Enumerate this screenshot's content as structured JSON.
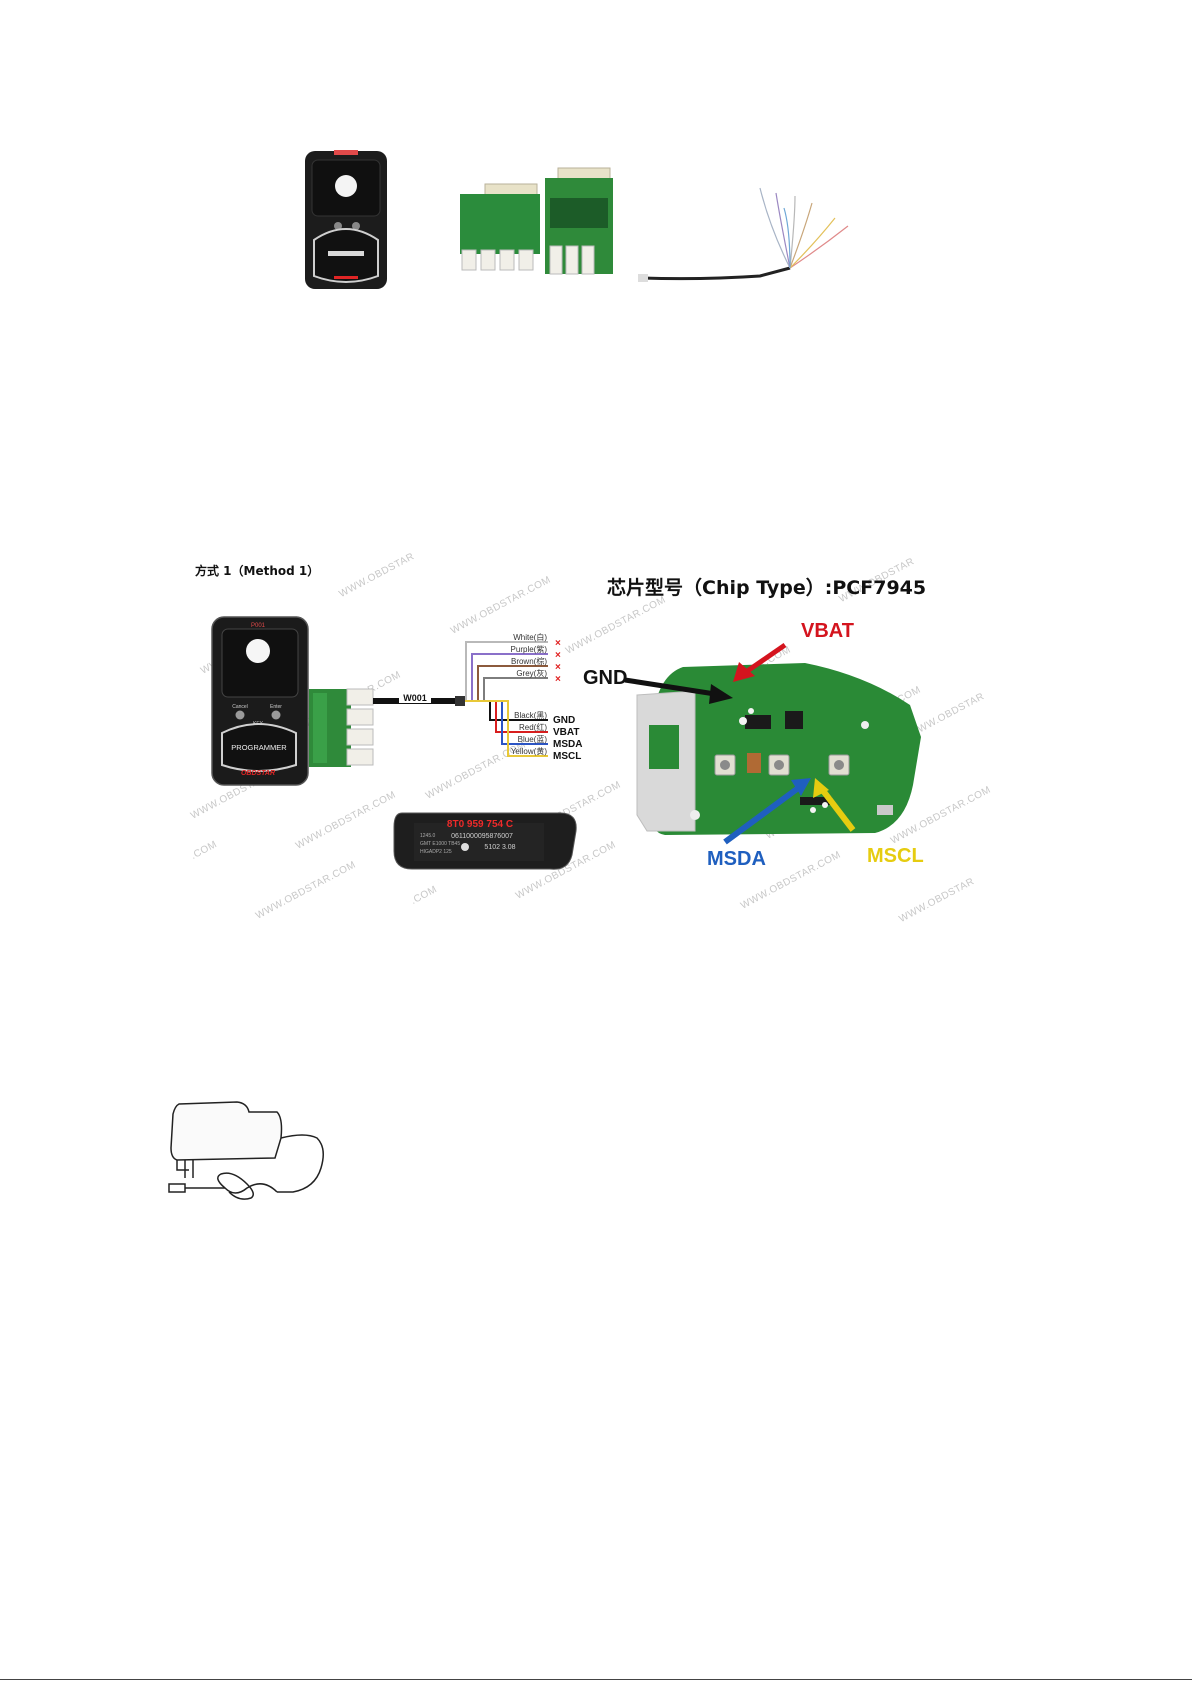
{
  "diagram": {
    "method_label": "方式 1（Method 1）",
    "chip_type_label": "芯片型号（Chip Type）:PCF7945",
    "watermarks": [
      "WWW.OBDSTAR.COM",
      "WWW.OBDSTAR",
      ".COM"
    ],
    "programmer": {
      "brand": "PROGRAMMER",
      "logo": "OBDSTAR",
      "code": "P001",
      "btn_left": "Cancel",
      "btn_right": "Enter",
      "model": "KEY"
    },
    "cable_label": "W001",
    "wires": [
      {
        "label": "White(白)",
        "color": "#b9b9b9",
        "used": false
      },
      {
        "label": "Purple(紫)",
        "color": "#8a70c9",
        "used": false
      },
      {
        "label": "Brown(棕)",
        "color": "#8c5a3c",
        "used": false
      },
      {
        "label": "Grey(灰)",
        "color": "#7d7d7d",
        "used": false
      },
      {
        "label": "Black(黑)",
        "color": "#111111",
        "used": true,
        "pin": "GND"
      },
      {
        "label": "Red(红)",
        "color": "#d81e1e",
        "used": true,
        "pin": "VBAT"
      },
      {
        "label": "Blue(蓝)",
        "color": "#2c55c4",
        "used": true,
        "pin": "MSDA"
      },
      {
        "label": "Yellow(黄)",
        "color": "#e8c838",
        "used": true,
        "pin": "MSCL"
      }
    ],
    "unused_mark": "×",
    "key_fob": {
      "part_number": "8T0 959 754 C",
      "serial": "0611000095876007",
      "line3": "5102 3.08",
      "line_a": "1245.0",
      "line_b": "GMT E1000 TB45",
      "line_c": "HIGADP2 125"
    },
    "pcb_points": [
      {
        "name": "GND",
        "color": "#111111"
      },
      {
        "name": "VBAT",
        "color": "#d4141e"
      },
      {
        "name": "MSDA",
        "color": "#1f5fbf"
      },
      {
        "name": "MSCL",
        "color": "#e6cc10"
      }
    ],
    "accent_colors": {
      "pcb_green": "#2f8a3a",
      "device_black": "#1b1b1b",
      "logo_red": "#e02525"
    }
  }
}
